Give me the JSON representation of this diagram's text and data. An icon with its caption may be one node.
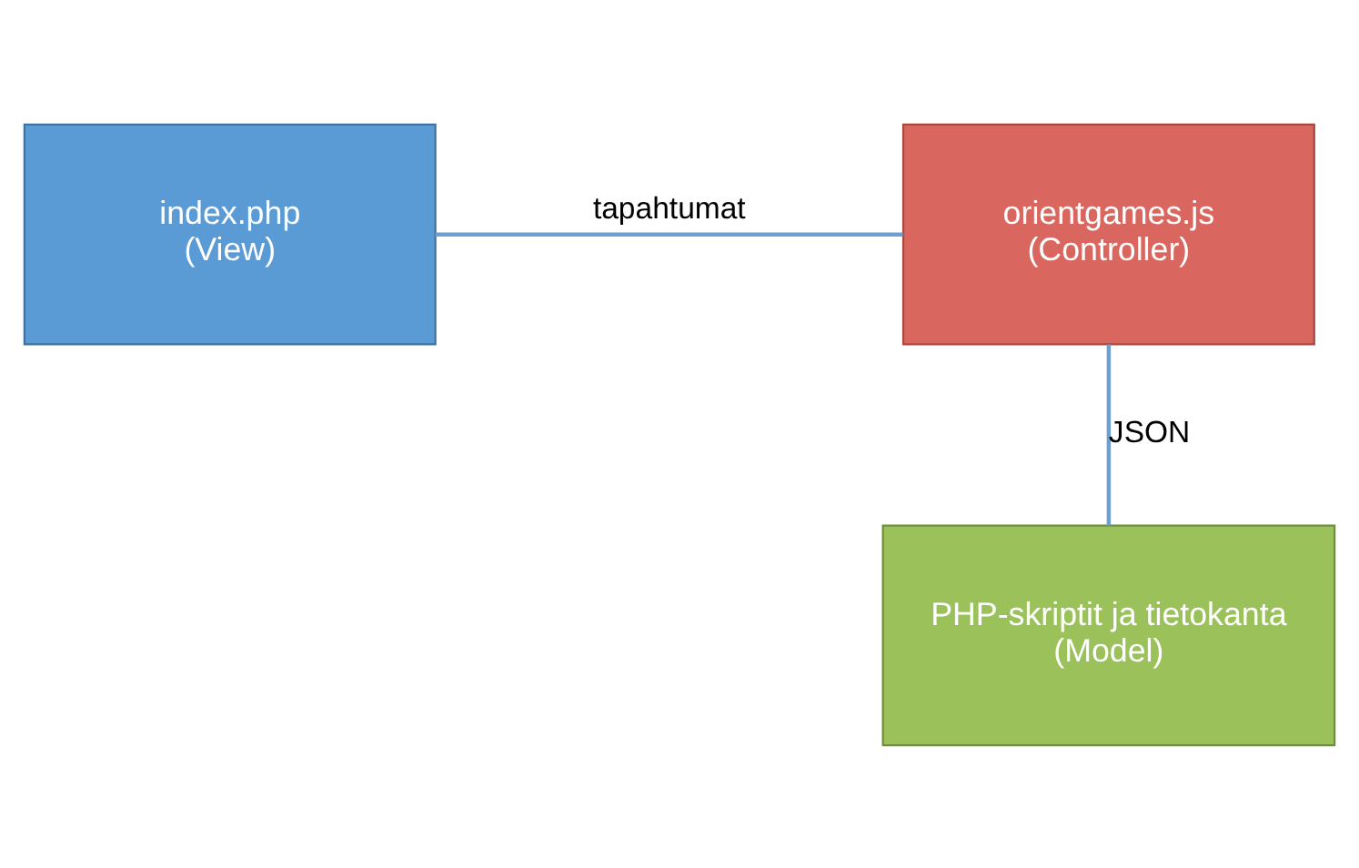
{
  "diagram": {
    "nodes": [
      {
        "text": [
          "index.php",
          "(View)"
        ]
      },
      {
        "text": [
          "orientgames.js",
          "(Controller)"
        ]
      },
      {
        "text": [
          "PHP-skriptit ja tietokanta",
          "(Model)"
        ]
      }
    ],
    "edges": [
      {
        "from": 0,
        "to": 1,
        "arrow": "none",
        "label": "tapahtumat"
      },
      {
        "from": 1,
        "to": 2,
        "arrow": "none",
        "label": "JSON"
      }
    ]
  }
}
